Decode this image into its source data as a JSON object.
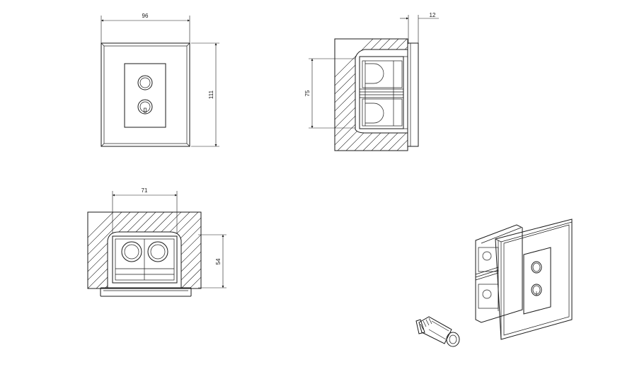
{
  "dimensions": {
    "front_width": "96",
    "front_height": "111",
    "side_depth": "12",
    "side_height": "75",
    "top_width": "71",
    "top_depth": "54"
  },
  "icons": {
    "plate": "wall-plate-icon",
    "button_ring": "push-button-icon",
    "button_power": "power-button-icon",
    "screw": "screw-icon"
  },
  "colors": {
    "line": "#1a1a1a",
    "background": "#ffffff"
  }
}
